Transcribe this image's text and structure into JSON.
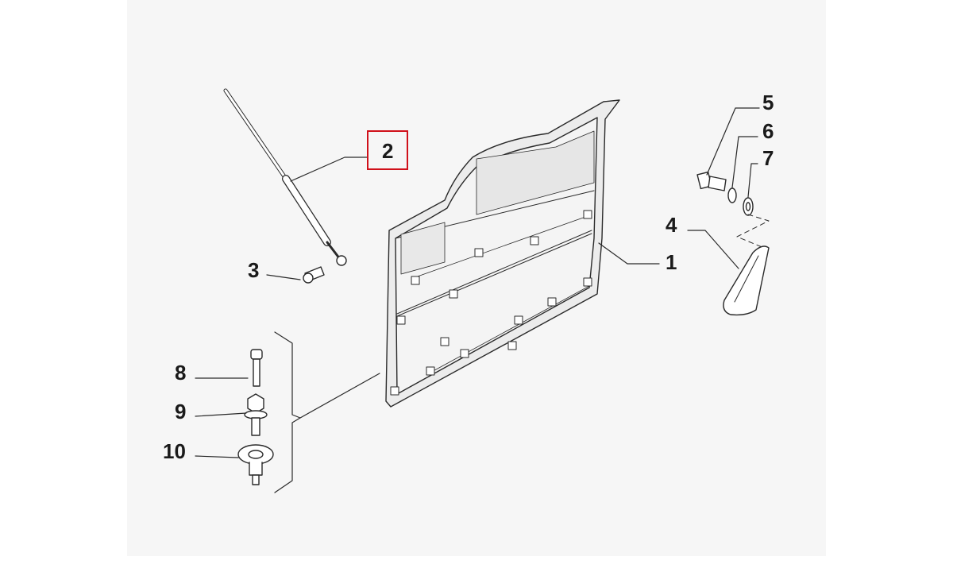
{
  "diagram": {
    "highlight_color": "#d0101a",
    "line_color": "#2a2a2a",
    "background_color": "#f6f6f6",
    "highlighted_part": "2",
    "parts": [
      {
        "id": "panel",
        "label": "1"
      },
      {
        "id": "gas-strut",
        "label": "2"
      },
      {
        "id": "ball-stud",
        "label": "3"
      },
      {
        "id": "bracket",
        "label": "4"
      },
      {
        "id": "hex-bolt",
        "label": "5"
      },
      {
        "id": "lock-washer",
        "label": "6"
      },
      {
        "id": "flat-washer",
        "label": "7"
      },
      {
        "id": "bolt",
        "label": "8"
      },
      {
        "id": "flange-bolt",
        "label": "9"
      },
      {
        "id": "push-clip",
        "label": "10"
      }
    ]
  }
}
